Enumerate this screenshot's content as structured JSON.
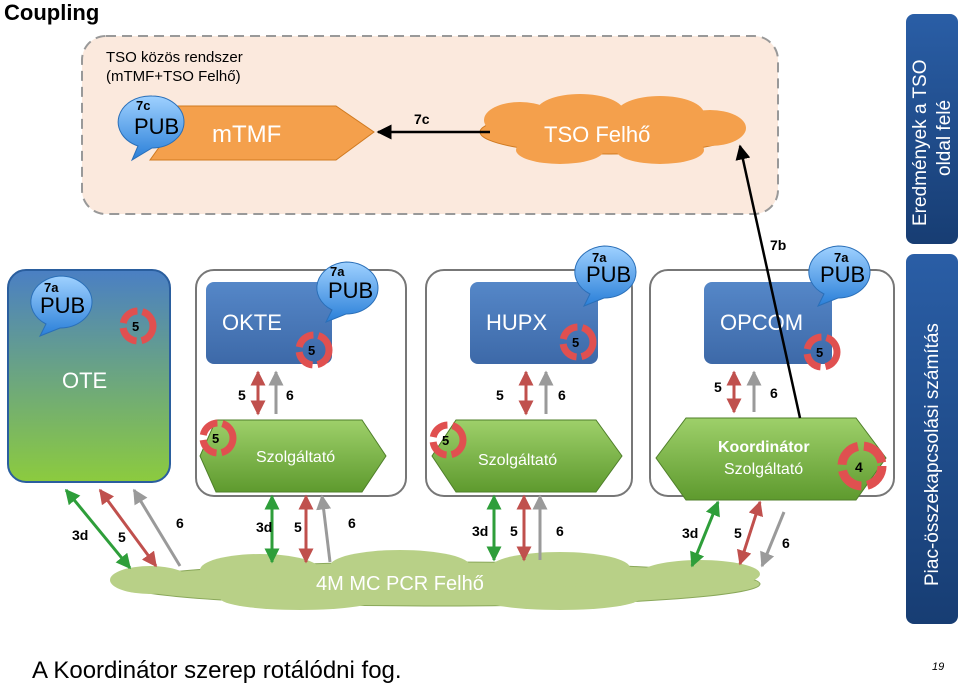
{
  "title": "Coupling",
  "tso_box": {
    "line1": "TSO közös rendszer",
    "line2": "(mTMF+TSO Felhő)"
  },
  "mtmf": {
    "label": "mTMF"
  },
  "tso_cloud": {
    "label": "TSO Felhő"
  },
  "tso_arrow_label": "7c",
  "pub": {
    "word": "PUB"
  },
  "pub_codes": {
    "mtmf": "7c",
    "ote": "7a",
    "okte": "7a",
    "hupx": "7a",
    "opcom": "7a"
  },
  "ote": {
    "label": "OTE"
  },
  "okte": {
    "label": "OKTE",
    "service": "Szolgáltató"
  },
  "hupx": {
    "label": "HUPX",
    "service": "Szolgáltató"
  },
  "opcom": {
    "label": "OPCOM",
    "service_bold": "Koordinátor",
    "service": "Szolgáltató"
  },
  "cycle": {
    "five": "5",
    "four": "4"
  },
  "flows": {
    "d3": "3d",
    "n5": "5",
    "n6": "6",
    "b7": "7b"
  },
  "pcr_cloud": {
    "label": "4M MC PCR Felhő"
  },
  "side_top": "Eredmények a TSO oldal felé",
  "side_top_l1": "Eredmények a TSO",
  "side_top_l2": "oldal felé",
  "side_bottom": "Piac-összekapcsolási számítás",
  "footer": "A Koordinátor szerep rotálódni fog.",
  "page_number": "19",
  "colors": {
    "blue_box": "#4a78b8",
    "green_top": "#7cbf44",
    "orange": "#f4a04c",
    "panel_bg": "#fbe9dd",
    "red_arrow": "#c0504d",
    "green_arrow": "#2e9e3a",
    "gray_arrow": "#9a9a9a",
    "side_panel": "#1f4e8c",
    "cloud_green": "#b8d087"
  }
}
